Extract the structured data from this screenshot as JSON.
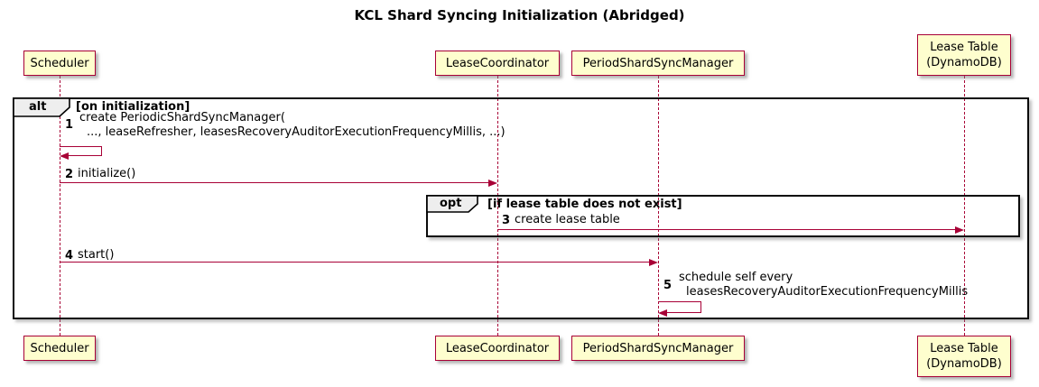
{
  "title": "KCL Shard Syncing Initialization (Abridged)",
  "colors": {
    "participant_fill": "#FEFECE",
    "accent_border": "#A80036",
    "arrow": "#A80036",
    "frame_border": "#000000",
    "frame_label_fill": "#EEEEEE"
  },
  "participants": [
    {
      "id": "scheduler",
      "label": "Scheduler"
    },
    {
      "id": "lease-coordinator",
      "label": "LeaseCoordinator"
    },
    {
      "id": "period-shard-sync-manager",
      "label": "PeriodShardSyncManager"
    },
    {
      "id": "lease-table",
      "label": "Lease Table\n(DynamoDB)"
    }
  ],
  "frames": [
    {
      "operator": "alt",
      "guard": "[on initialization]"
    },
    {
      "operator": "opt",
      "guard": "[if lease table does not exist]"
    }
  ],
  "messages": [
    {
      "num": "1",
      "from": "scheduler",
      "to": "scheduler",
      "kind": "self",
      "lines": [
        "create PeriodicShardSyncManager(",
        "..., leaseRefresher, leasesRecoveryAuditorExecutionFrequencyMillis, ...)"
      ]
    },
    {
      "num": "2",
      "from": "scheduler",
      "to": "lease-coordinator",
      "kind": "sync",
      "lines": [
        "initialize()"
      ]
    },
    {
      "num": "3",
      "from": "lease-coordinator",
      "to": "lease-table",
      "kind": "sync",
      "lines": [
        "create lease table"
      ]
    },
    {
      "num": "4",
      "from": "scheduler",
      "to": "period-shard-sync-manager",
      "kind": "sync",
      "lines": [
        "start()"
      ]
    },
    {
      "num": "5",
      "from": "period-shard-sync-manager",
      "to": "period-shard-sync-manager",
      "kind": "self",
      "lines": [
        "schedule self every",
        "leasesRecoveryAuditorExecutionFrequencyMillis"
      ]
    }
  ]
}
